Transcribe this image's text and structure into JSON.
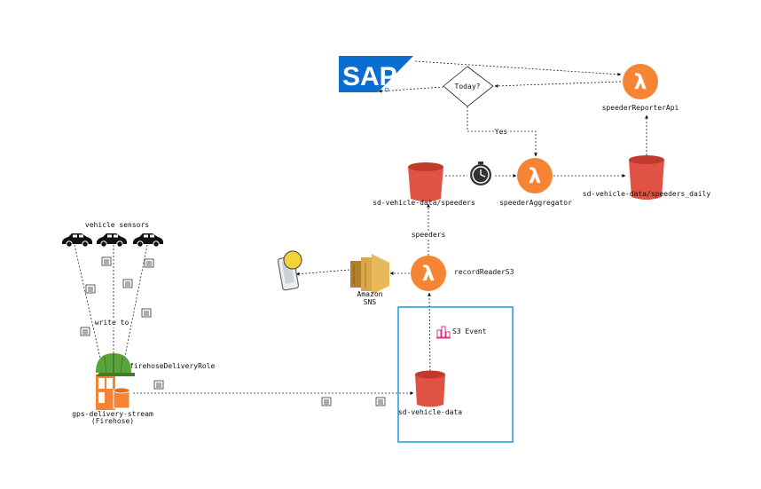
{
  "colors": {
    "lambda": "#f58534",
    "bucket": "#e05243",
    "bucket_dark": "#c23a2e",
    "sns": "#d9a74a",
    "sap": "#0a6ed1",
    "helmet": "#5aa33b",
    "highlight_box": "#1a9ad6",
    "bell": "#f5d23a"
  },
  "nodes": {
    "sap": {
      "logo_text": "SAP",
      "icon": "sap-logo"
    },
    "decision": {
      "label": "Today?",
      "icon": "diamond-shape"
    },
    "speeder_reporter_api": {
      "label": "speederReporterApi",
      "icon": "lambda-icon"
    },
    "speeder_aggregator": {
      "label": "speederAggregator",
      "icon": "lambda-icon"
    },
    "record_reader": {
      "label": "recordReaderS3",
      "icon": "lambda-icon"
    },
    "bucket_speeders": {
      "label": "sd-vehicle-data/speeders",
      "icon": "s3-bucket-icon"
    },
    "bucket_speeders_daily": {
      "label": "sd-vehicle-data/speeders_daily",
      "icon": "s3-bucket-icon"
    },
    "bucket_vehicle_data": {
      "label": "sd-vehicle-data",
      "icon": "s3-bucket-icon"
    },
    "sns": {
      "label_line1": "Amazon",
      "label_line2": "SNS",
      "icon": "sns-icon"
    },
    "timer": {
      "icon": "clock-icon"
    },
    "phone": {
      "icon": "mobile-notification-icon"
    },
    "vehicle_sensors": {
      "label": "vehicle sensors",
      "icon": "car-icon"
    },
    "firehose": {
      "label_line1": "gps-delivery-stream",
      "label_line2": "(Firehose)",
      "icon": "firehose-icon"
    },
    "delivery_role": {
      "label": "firehoseDeliveryRole",
      "icon": "iam-role-helmet-icon"
    },
    "s3_event": {
      "label": "S3 Event",
      "icon": "s3-event-icon"
    }
  },
  "edges": {
    "yes": "Yes",
    "speeders": "speeders",
    "write_to": "write to"
  }
}
